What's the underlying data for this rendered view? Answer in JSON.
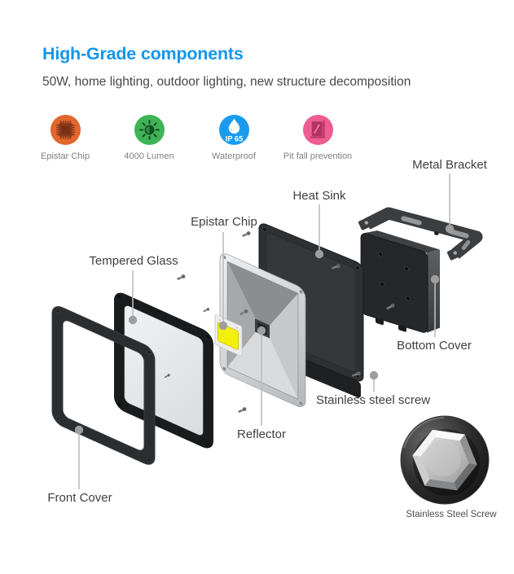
{
  "header": {
    "title": "High-Grade components",
    "subtitle": "50W, home lighting, outdoor lighting, new structure decomposition"
  },
  "features": [
    {
      "label": "Epistar Chip",
      "icon": "chip-icon",
      "color": "#e2672c"
    },
    {
      "label": "4000 Lumen",
      "icon": "brightness-icon",
      "color": "#3eb456"
    },
    {
      "label": "Waterproof",
      "icon": "waterdrop-icon",
      "badge": "IP 65",
      "color": "#1b9bed"
    },
    {
      "label": "Pit fall prevention",
      "icon": "panel-icon",
      "color": "#ee5d90"
    }
  ],
  "diagram": {
    "labels": {
      "metal_bracket": "Metal Bracket",
      "heat_sink": "Heat Sink",
      "epistar_chip": "Epistar Chip",
      "tempered_glass": "Tempered Glass",
      "bottom_cover": "Bottom Cover",
      "stainless_steel_screw": "Stainless steel screw",
      "reflector": "Reflector",
      "front_cover": "Front Cover"
    },
    "inset_caption": "Stainless Steel Screw"
  },
  "colors": {
    "title_accent": "#1596ed",
    "subtitle_text": "#474747",
    "label_text": "#3f3f3f",
    "feature_label_text": "#808080",
    "leader_line": "#bdbdbd",
    "leader_dot": "#9e9e9e",
    "part_dark": "#2b2e30",
    "reflector_silver": "#c6c9cb",
    "chip_yellow": "#f2ee0e"
  }
}
